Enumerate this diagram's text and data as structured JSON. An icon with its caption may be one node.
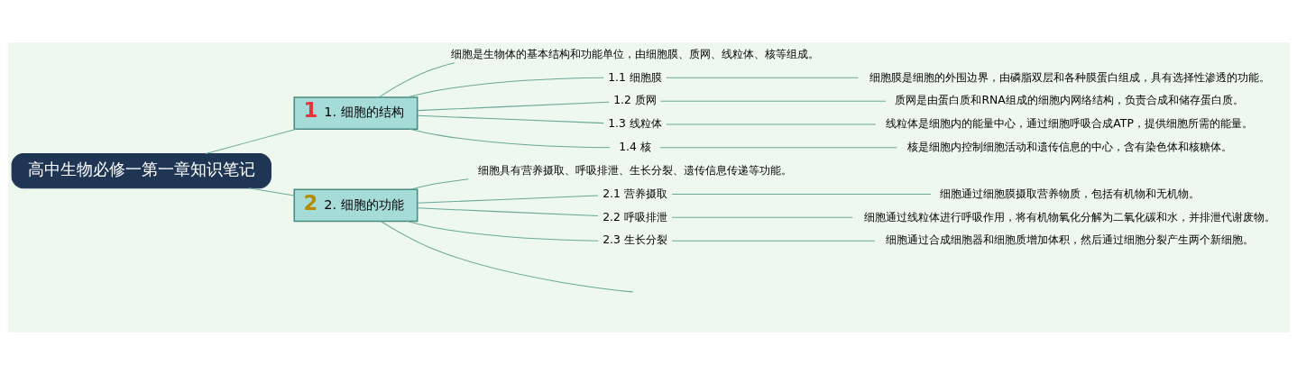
{
  "diagram": {
    "nodes": [
      {
        "text": [
          "高中生物必修一第一章知识笔记"
        ]
      },
      {
        "text": [
          "1",
          "1. 细胞的结构"
        ]
      },
      {
        "text": [
          "细胞是生物体的基本结构和功能单位，由细胞膜、质网、线粒体、核等组成。"
        ]
      },
      {
        "text": [
          "1.1 细胞膜"
        ]
      },
      {
        "text": [
          "细胞膜是细胞的外围边界，由磷脂双层和各种膜蛋白组成，具有选择性渗透的功能。"
        ]
      },
      {
        "text": [
          "1.2 质网"
        ]
      },
      {
        "text": [
          "质网是由蛋白质和RNA组成的细胞内网络结构，负责合成和储存蛋白质。"
        ]
      },
      {
        "text": [
          "1.3 线粒体"
        ]
      },
      {
        "text": [
          "线粒体是细胞内的能量中心，通过细胞呼吸合成ATP，提供细胞所需的能量。"
        ]
      },
      {
        "text": [
          "1.4 核"
        ]
      },
      {
        "text": [
          "核是细胞内控制细胞活动和遗传信息的中心，含有染色体和核糖体。"
        ]
      },
      {
        "text": [
          "2",
          "2. 细胞的功能"
        ]
      },
      {
        "text": [
          "细胞具有营养摄取、呼吸排泄、生长分裂、遗传信息传递等功能。"
        ]
      },
      {
        "text": [
          "2.1 营养摄取"
        ]
      },
      {
        "text": [
          "细胞通过细胞膜摄取营养物质，包括有机物和无机物。"
        ]
      },
      {
        "text": [
          "2.2 呼吸排泄"
        ]
      },
      {
        "text": [
          "细胞通过线粒体进行呼吸作用，将有机物氧化分解为二氧化碳和水，并排泄代谢废物。"
        ]
      },
      {
        "text": [
          "2.3 生长分裂"
        ]
      },
      {
        "text": [
          "细胞通过合成细胞器和细胞质增加体积，然后通过细胞分裂产生两个新细胞。"
        ]
      }
    ],
    "edges": [
      {
        "from": 0,
        "to": 1,
        "arrow": "none"
      },
      {
        "from": 1,
        "to": 2,
        "arrow": "none"
      },
      {
        "from": 1,
        "to": 3,
        "arrow": "none"
      },
      {
        "from": 3,
        "to": 4,
        "arrow": "none"
      },
      {
        "from": 1,
        "to": 5,
        "arrow": "none"
      },
      {
        "from": 5,
        "to": 6,
        "arrow": "none"
      },
      {
        "from": 1,
        "to": 7,
        "arrow": "none"
      },
      {
        "from": 7,
        "to": 8,
        "arrow": "none"
      },
      {
        "from": 1,
        "to": 9,
        "arrow": "none"
      },
      {
        "from": 9,
        "to": 10,
        "arrow": "none"
      },
      {
        "from": 0,
        "to": 11,
        "arrow": "none"
      },
      {
        "from": 11,
        "to": 12,
        "arrow": "none"
      },
      {
        "from": 11,
        "to": 13,
        "arrow": "none"
      },
      {
        "from": 13,
        "to": 14,
        "arrow": "none"
      },
      {
        "from": 11,
        "to": 15,
        "arrow": "none"
      },
      {
        "from": 15,
        "to": 16,
        "arrow": "none"
      },
      {
        "from": 11,
        "to": 17,
        "arrow": "none"
      },
      {
        "from": 17,
        "to": 18,
        "arrow": "none"
      },
      {
        "from": 11,
        "to": null,
        "arrow": "none"
      }
    ]
  }
}
